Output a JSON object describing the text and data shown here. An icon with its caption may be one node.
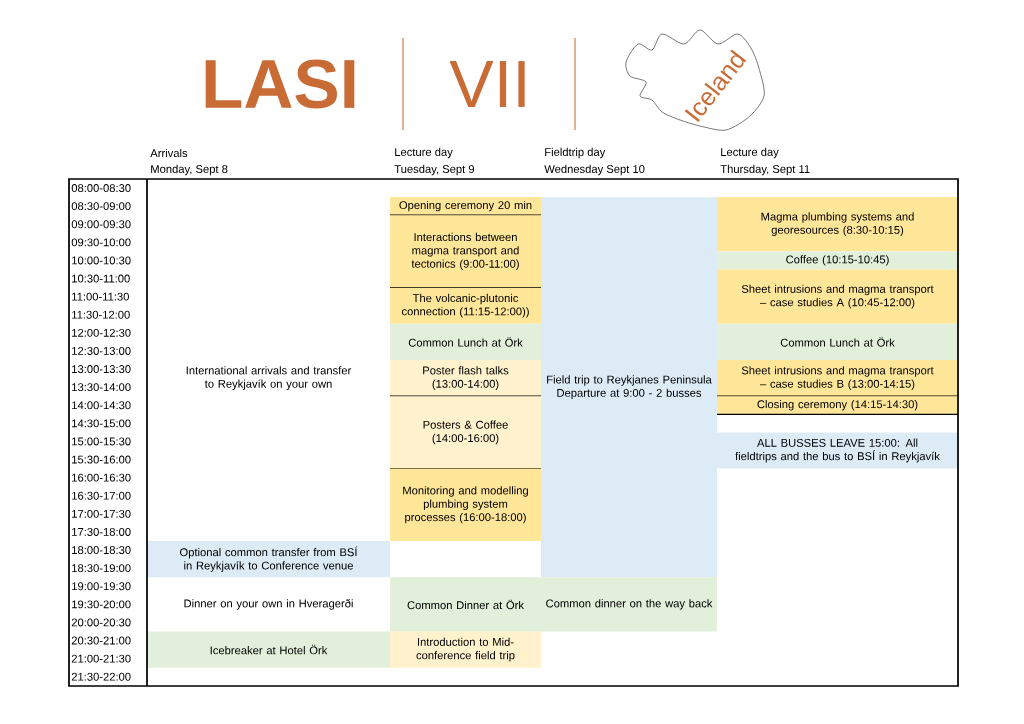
{
  "diagram": {
    "nodes": [
      {
        "text": [
          "Optional common transfer from BSÍ in Reykjavík to Conference venue"
        ]
      },
      {
        "text": [
          "Icebreaker at Hotel Örk"
        ]
      },
      {
        "text": [
          "Opening ceremony 20 min"
        ]
      },
      {
        "text": [
          "Interactions between magma transport and tectonics  (9:00-11:00)"
        ]
      },
      {
        "text": [
          "The volcanic-plutonic connection (11:15-12:00))"
        ]
      },
      {
        "text": [
          "Common Lunch at Örk"
        ]
      },
      {
        "text": [
          "Poster flash talks (13:00-14:00)"
        ]
      },
      {
        "text": [
          "Posters & Coffee (14:00-16:00)"
        ]
      },
      {
        "text": [
          "Monitoring and modelling plumbing system processes (16:00-18:00)"
        ]
      },
      {
        "text": [
          "Common Dinner at Örk"
        ]
      },
      {
        "text": [
          "Introduction to Mid-conference field trip"
        ]
      },
      {
        "text": [
          "Field trip to Reykjanes Peninsula Departure at 9:00 - 2 busses"
        ]
      },
      {
        "text": [
          "Common dinner on the way back"
        ]
      },
      {
        "text": [
          "Magma plumbing systems and georesources (8:30-10:15)"
        ]
      },
      {
        "text": [
          "Coffee (10:15-10:45)"
        ]
      },
      {
        "text": [
          "Sheet intrusions and magma transport – case studies A (10:45-12:00)"
        ]
      },
      {
        "text": [
          "Common Lunch at Örk"
        ]
      },
      {
        "text": [
          "Sheet intrusions and magma transport – case studies B (13:00-14:15)"
        ]
      },
      {
        "text": [
          "Closing ceremony (14:15-14:30)"
        ]
      },
      {
        "text": [
          "ALL BUSSES LEAVE 15:00: All fieldtrips and the bus to BSÍ in Reykjavík"
        ]
      }
    ],
    "labels": [
      "LASI",
      "VII",
      "Iceland",
      "Arrivals",
      "Monday, Sept 8",
      "Lecture day",
      "Tuesday, Sept 9",
      "Fieldtrip day",
      "Wednesday Sept 10",
      "Lecture day",
      "Thursday, Sept 11",
      "08:00-08:30",
      "08:30-09:00",
      "09:00-09:30",
      "09:30-10:00",
      "10:00-10:30",
      "10:30-11:00",
      "11:00-11:30",
      "11:30-12:00",
      "12:00-12:30",
      "12:30-13:00",
      "13:00-13:30",
      "13:30-14:00",
      "14:00-14:30",
      "14:30-15:00",
      "15:00-15:30",
      "15:30-16:00",
      "16:00-16:30",
      "16:30-17:00",
      "17:00-17:30",
      "17:30-18:00",
      "18:00-18:30",
      "18:30-19:00",
      "19:00-19:30",
      "19:30-20:00",
      "20:00-20:30",
      "20:30-21:00",
      "21:00-21:30",
      "21:30-22:00",
      "International arrivals and transfer to Reykjavík on your own",
      "Dinner on your own in Hveragerði"
    ]
  }
}
